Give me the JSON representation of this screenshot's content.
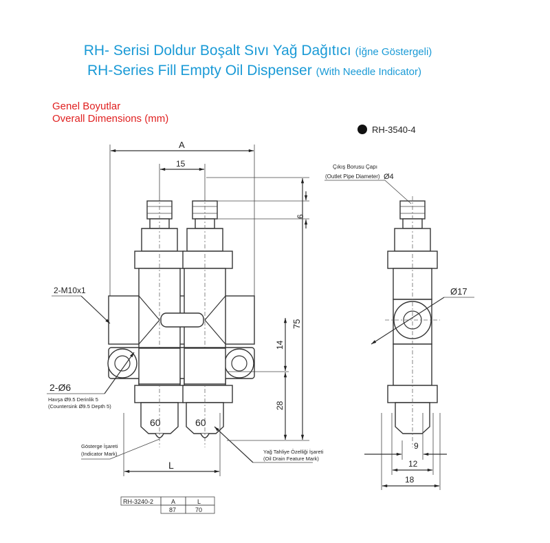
{
  "title": {
    "tr_main": "RH- Serisi Doldur Boşalt Sıvı Yağ Dağıtıcı",
    "tr_sub": "(İğne Göstergeli)",
    "en_main": "RH-Series Fill Empty Oil Dispenser",
    "en_sub": "(With Needle Indicator)"
  },
  "section": {
    "tr": "Genel Boyutlar",
    "en": "Overall Dimensions (mm)"
  },
  "model_marker": "RH-3540-4",
  "front_view": {
    "dim_A": "A",
    "dim_15": "15",
    "dim_6": "6",
    "dim_75": "75",
    "dim_14": "14",
    "dim_28": "28",
    "dim_L": "L",
    "thread": "2-M10x1",
    "hole": "2-Ø6",
    "hole_note_tr": "Havşa Ø9.5  Derinlik 5",
    "hole_note_en": "(Countersink Ø9.5  Depth 5)",
    "gauge_left": "60",
    "gauge_right": "60",
    "indicator_tr": "Gösterge İşareti",
    "indicator_en": "(Indicator Mark)",
    "drain_tr": "Yağ Tahliye Özelliği İşareti",
    "drain_en": "(Oil Drain Feature Mark)"
  },
  "side_view": {
    "outlet_tr": "Çıkış Borusu Çapı",
    "outlet_en": "(Outlet Pipe Diameter)",
    "outlet_dia": "Ø4",
    "dia_17": "Ø17",
    "dim_9": "9",
    "dim_12": "12",
    "dim_18": "18"
  },
  "table": {
    "model": "RH-3240-2",
    "headers": [
      "A",
      "L"
    ],
    "values": [
      "87",
      "70"
    ]
  }
}
